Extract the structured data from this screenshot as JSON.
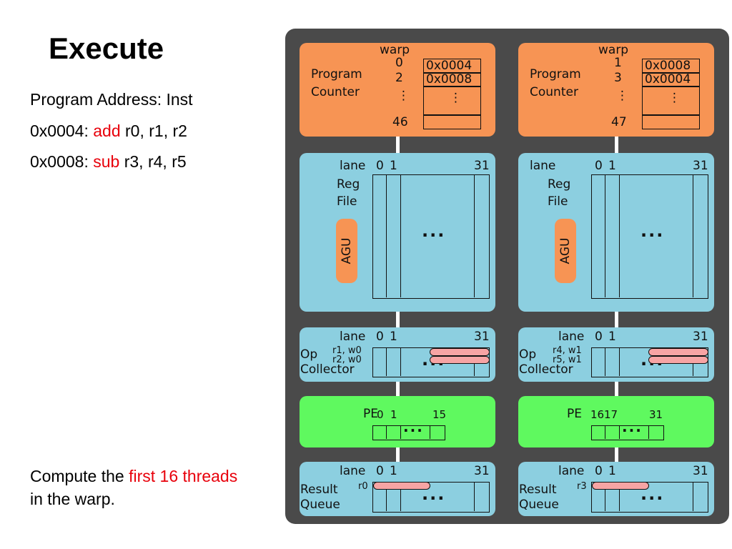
{
  "slide": {
    "title": "Execute",
    "header_line": "Program Address: Inst",
    "line1": {
      "addr": "0x0004: ",
      "op": "add",
      "args": " r0, r1, r2"
    },
    "line2": {
      "addr": "0x0008: ",
      "op": "sub",
      "args": " r3, r4, r5"
    },
    "caption": {
      "pre": "Compute the ",
      "highlight": "first 16 threads",
      "post": " in the warp."
    }
  },
  "diagram": {
    "left": {
      "pc": {
        "warp_label": "warp",
        "program": "Program",
        "counter": "Counter",
        "warps": [
          "0",
          "2",
          "⋮",
          "46"
        ],
        "entries": [
          "0x0004",
          "0x0008",
          "⋮"
        ]
      },
      "regfile": {
        "lane": "lane",
        "lane0": "0",
        "lane1": "1",
        "lane31": "31",
        "reg": "Reg",
        "file": "File",
        "agu": "AGU",
        "dots": "···"
      },
      "opcollector": {
        "lane": "lane",
        "lane0": "0",
        "lane1": "1",
        "lane31": "31",
        "op": "Op",
        "collector": "Collector",
        "reg_a": "r1, w0",
        "reg_b": "r2, w0",
        "dots": "···"
      },
      "pe": {
        "label": "PE",
        "n0": "0",
        "n1": "1",
        "n2": "15",
        "dots": "···"
      },
      "result": {
        "lane": "lane",
        "lane0": "0",
        "lane1": "1",
        "lane31": "31",
        "result": "Result",
        "queue": "Queue",
        "reg": "r0",
        "dots": "···"
      }
    },
    "right": {
      "pc": {
        "warp_label": "warp",
        "program": "Program",
        "counter": "Counter",
        "warps": [
          "1",
          "3",
          "⋮",
          "47"
        ],
        "entries": [
          "0x0008",
          "0x0004",
          "⋮"
        ]
      },
      "regfile": {
        "lane": "lane",
        "lane0": "0",
        "lane1": "1",
        "lane31": "31",
        "reg": "Reg",
        "file": "File",
        "agu": "AGU",
        "dots": "···"
      },
      "opcollector": {
        "lane": "lane",
        "lane0": "0",
        "lane1": "1",
        "lane31": "31",
        "op": "Op",
        "collector": "Collector",
        "reg_a": "r4, w1",
        "reg_b": "r5, w1",
        "dots": "···"
      },
      "pe": {
        "label": "PE",
        "n0": "16",
        "n1": "17",
        "n2": "31",
        "dots": "···"
      },
      "result": {
        "lane": "lane",
        "lane0": "0",
        "lane1": "1",
        "lane31": "31",
        "result": "Result",
        "queue": "Queue",
        "reg": "r3",
        "dots": "···"
      }
    },
    "colors": {
      "pc": "#f79454",
      "regfile": "#8ccfe0",
      "pe": "#5ff95f",
      "operand": "#f7a4a4",
      "panel": "#4a4a4a",
      "highlight_text": "#e8000b"
    }
  }
}
